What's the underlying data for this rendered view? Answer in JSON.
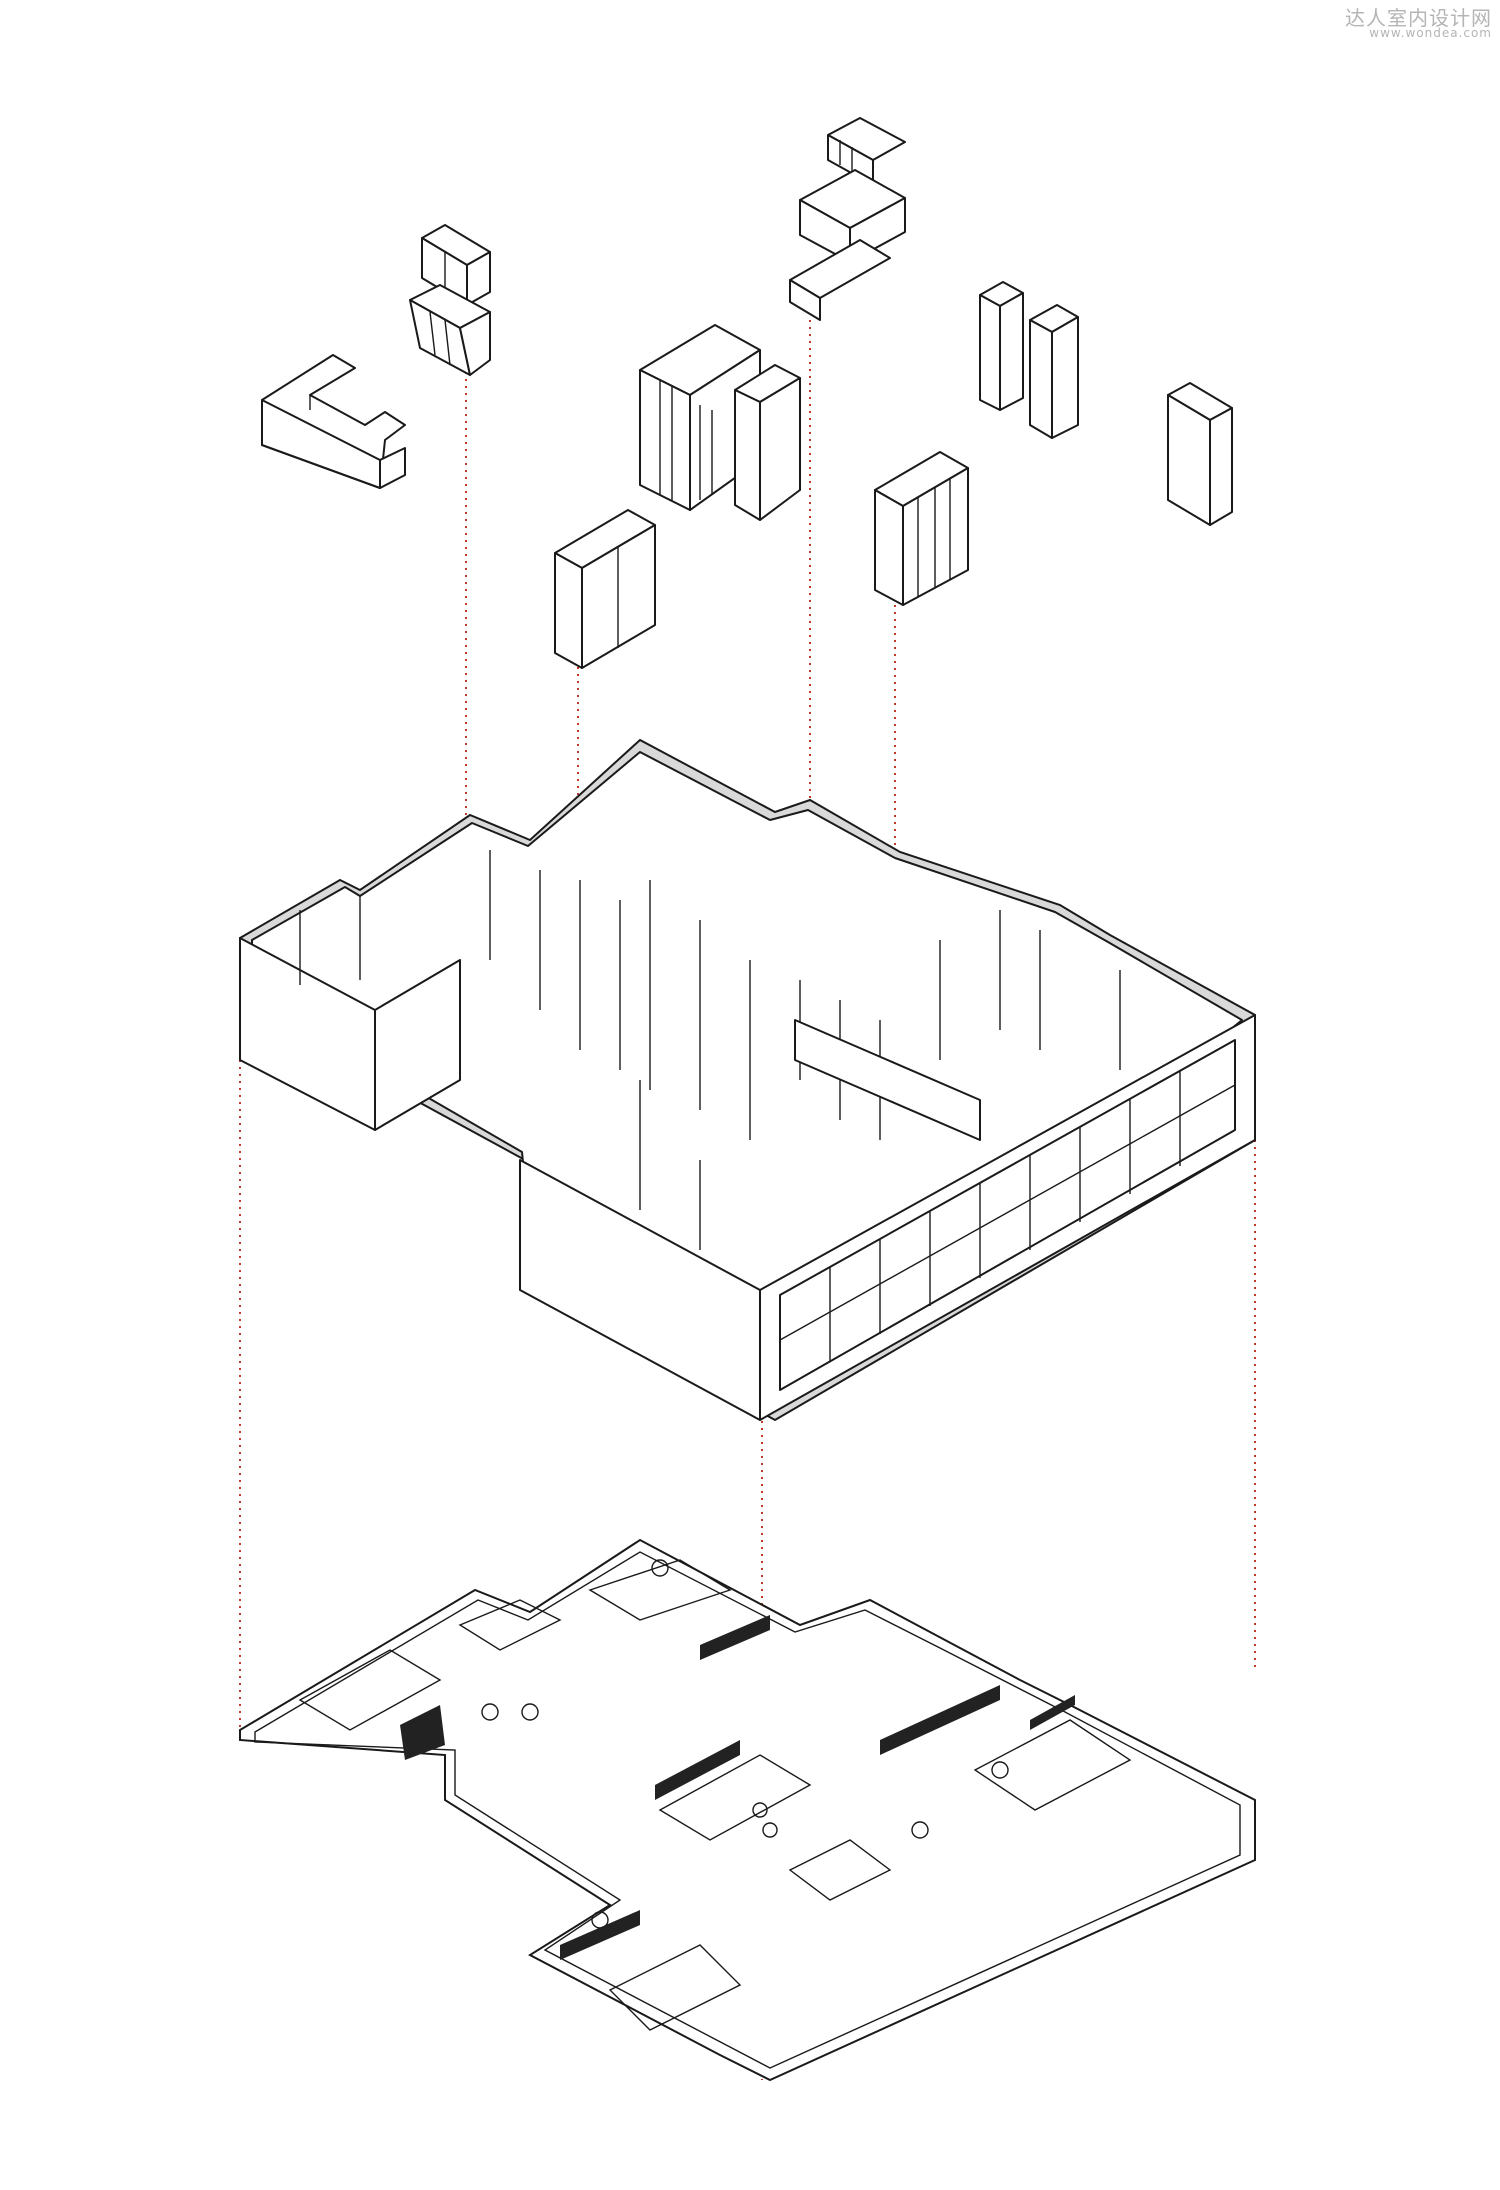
{
  "watermark": {
    "site_name": "达人室内设计网",
    "site_url": "www.wondea.com"
  },
  "colors": {
    "background": "#ffffff",
    "line": "#1a1a1a",
    "wall_fill": "#d9d9d9",
    "projection_line": "#c0392b",
    "watermark": "#b5b5b5"
  },
  "diagram": {
    "type": "exploded-axonometric",
    "layers": [
      "furniture-modules",
      "walls-model",
      "floor-plan"
    ]
  }
}
